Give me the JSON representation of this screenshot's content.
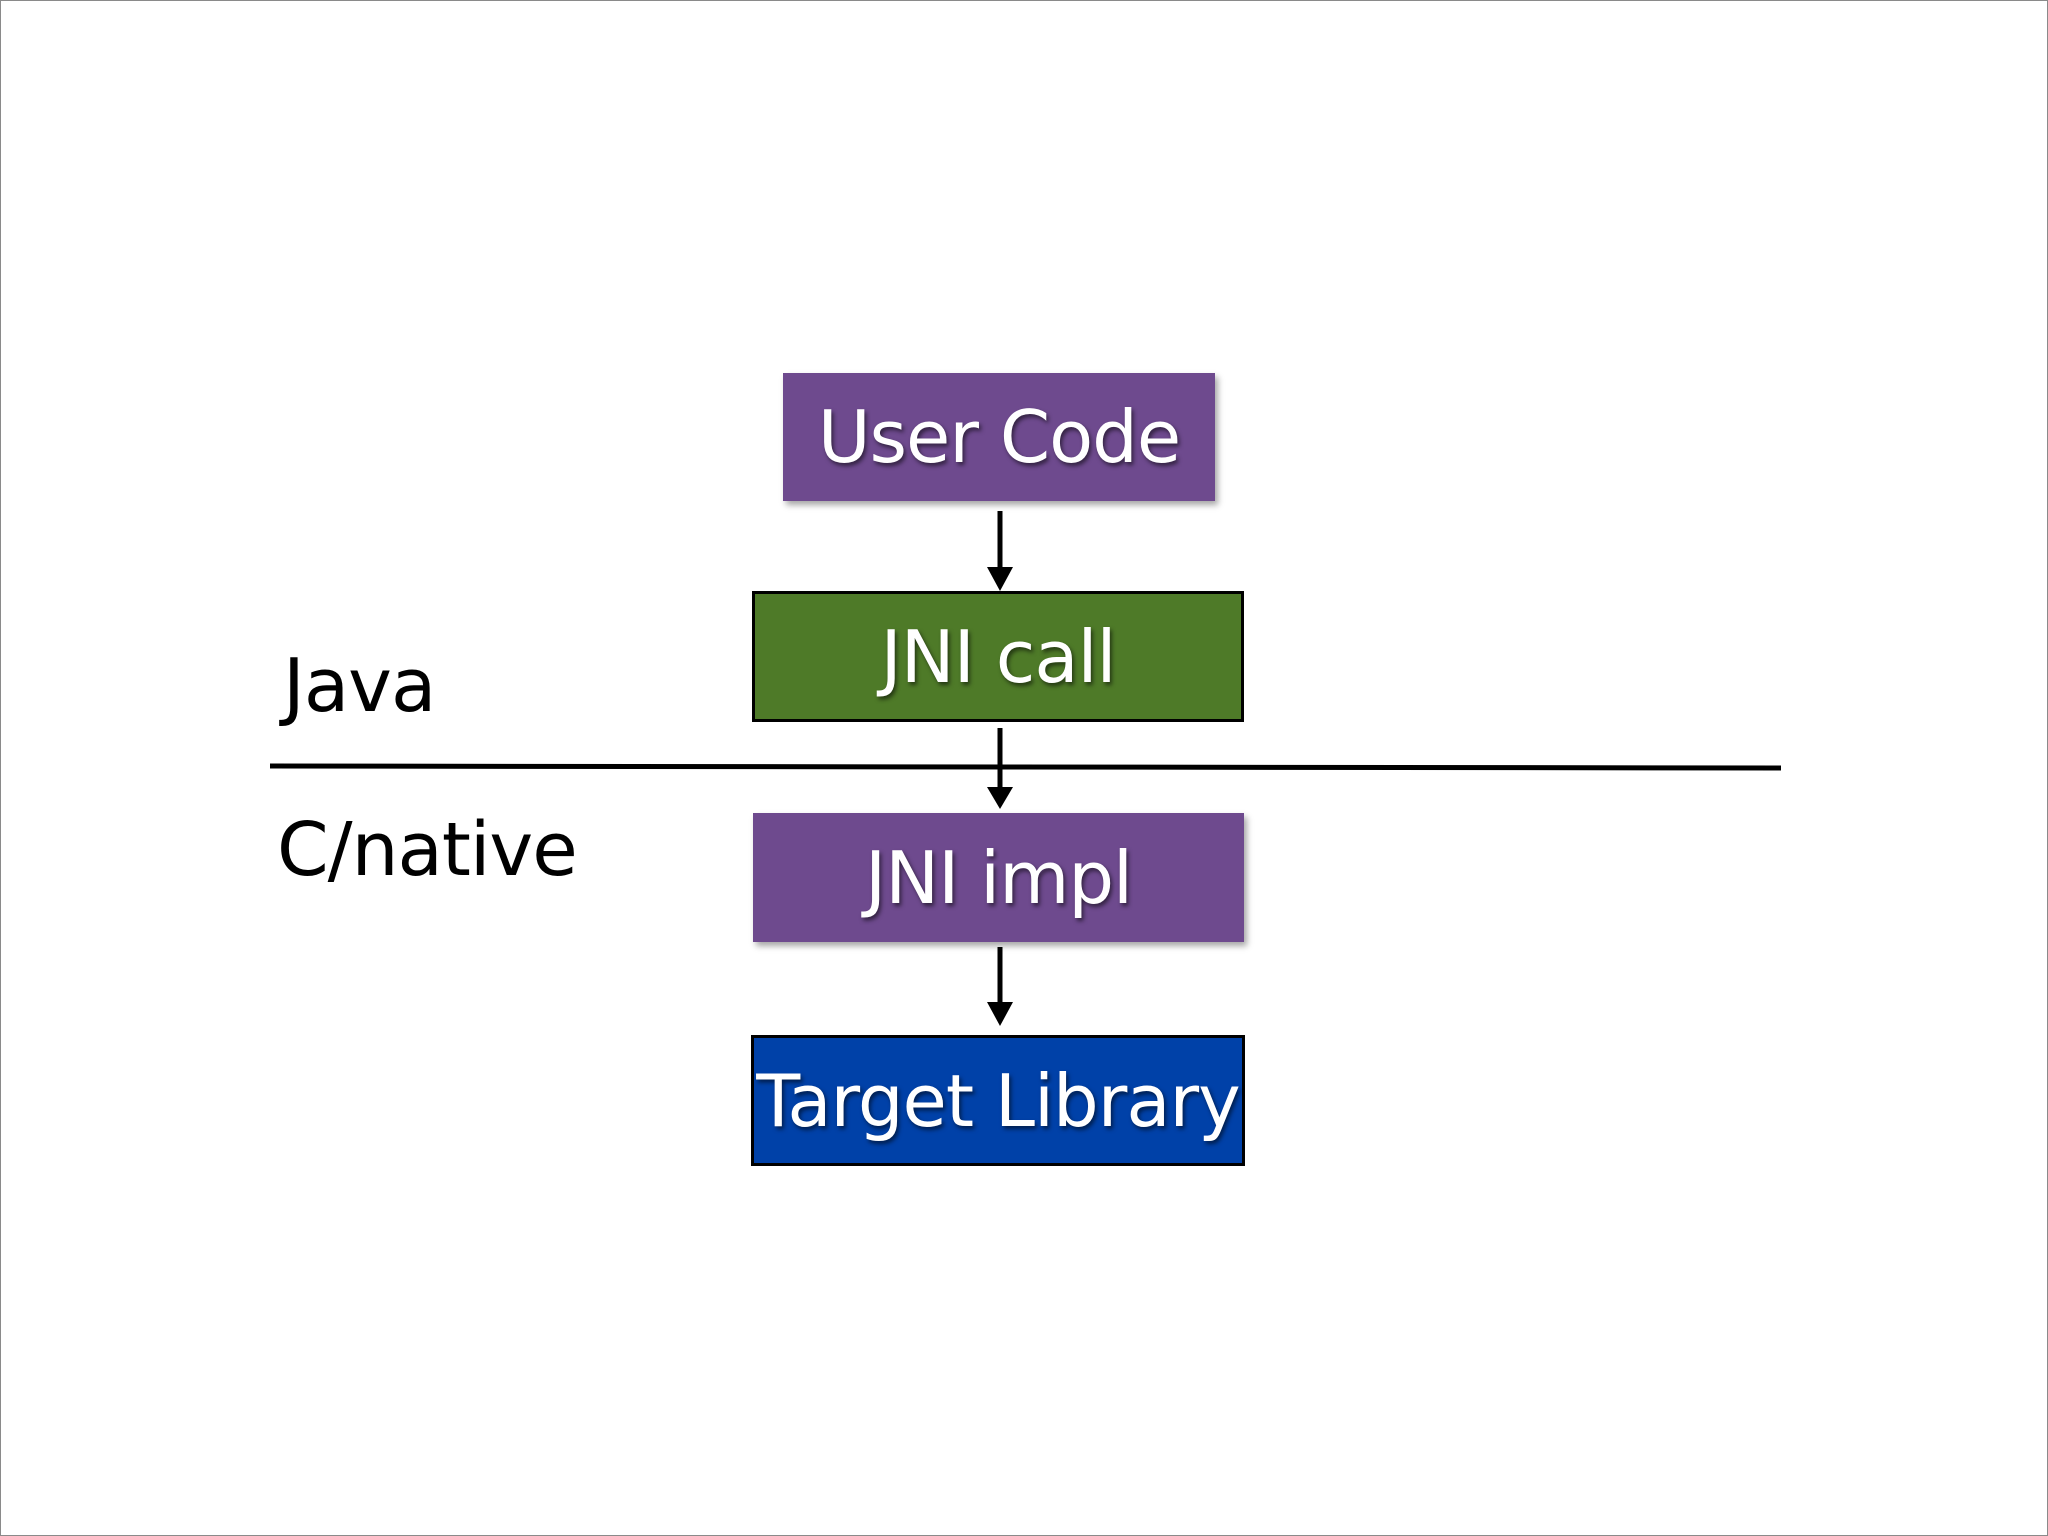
{
  "diagram": {
    "boxes": {
      "user_code": {
        "label": "User Code",
        "color": "#6e4a8e"
      },
      "jni_call": {
        "label": "JNI call",
        "color": "#4e7a28"
      },
      "jni_impl": {
        "label": "JNI impl",
        "color": "#6e4a8e"
      },
      "target_library": {
        "label": "Target Library",
        "color": "#0041a8"
      }
    },
    "layers": {
      "upper": "Java",
      "lower": "C/native"
    },
    "connectors": [
      {
        "from": "User Code",
        "to": "JNI call"
      },
      {
        "from": "JNI call",
        "to": "JNI impl"
      },
      {
        "from": "JNI impl",
        "to": "Target Library"
      }
    ]
  }
}
